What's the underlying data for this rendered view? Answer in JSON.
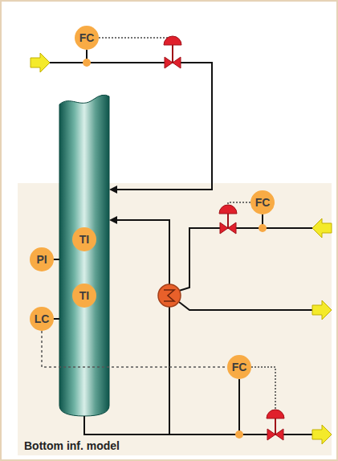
{
  "diagram": {
    "nodes": [
      {
        "text": [
          "FC"
        ]
      },
      {
        "text": [
          "Bottom inf. model"
        ]
      },
      {
        "text": [
          "TI"
        ],
        "in": 1
      },
      {
        "text": [
          "PI"
        ],
        "in": 1
      },
      {
        "text": [
          "FC"
        ],
        "in": 1
      },
      {
        "text": [
          "TI"
        ],
        "in": 1
      },
      {
        "text": [
          "LC"
        ],
        "in": 1
      },
      {
        "text": [
          "FC"
        ],
        "in": 1
      }
    ],
    "edges": [
      {
        "from": 6,
        "to": 7,
        "arrow": "none"
      }
    ]
  }
}
